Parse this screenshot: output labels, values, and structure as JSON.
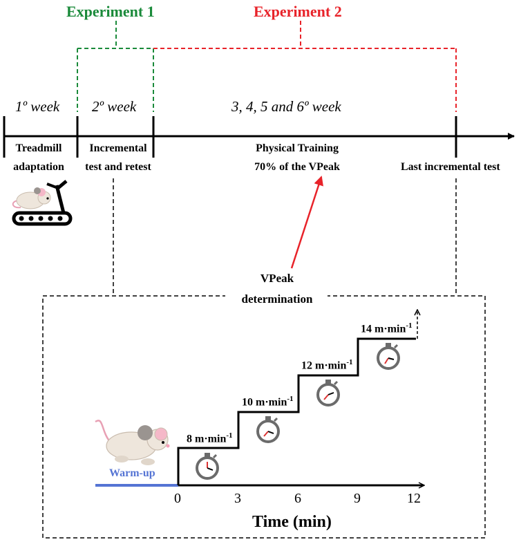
{
  "experiments": {
    "exp1": "Experiment 1",
    "exp2": "Experiment 2"
  },
  "weeks": {
    "w1": "1º week",
    "w2": "2º week",
    "w3": "3, 4, 5 and 6º week"
  },
  "phases": {
    "p1_line1": "Treadmill",
    "p1_line2": "adaptation",
    "p2_line1": "Incremental",
    "p2_line2": "test and retest",
    "p3_line1": "Physical Training",
    "p3_line2": "70% of the VPeak",
    "p4": "Last incremental test"
  },
  "vpeak": {
    "line1": "VPeak",
    "line2": "determination"
  },
  "protocol": {
    "warmup": "Warm-up",
    "speed_unit": "m·min",
    "speed_exp": "-1",
    "speeds": [
      "8",
      "10",
      "12",
      "14"
    ],
    "ticks": [
      "0",
      "3",
      "6",
      "9",
      "12"
    ],
    "xlabel": "Time (min)"
  },
  "colors": {
    "exp1": "#1a8a3a",
    "exp2": "#e8232a",
    "warmup": "#5574d4"
  },
  "icons": [
    "treadmill-mouse-icon",
    "running-mouse-icon",
    "stopwatch-icon"
  ]
}
